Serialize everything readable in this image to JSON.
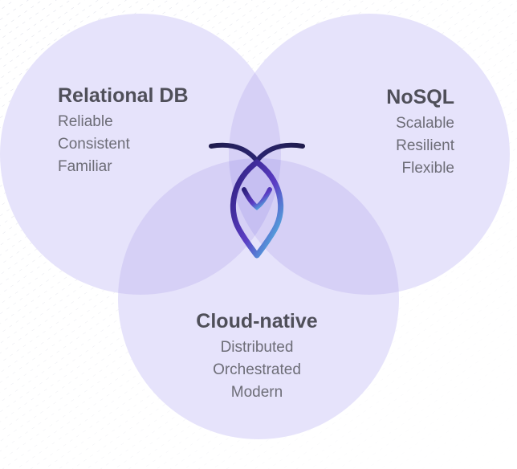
{
  "diagram": {
    "circles": [
      {
        "id": "relational",
        "title": "Relational DB",
        "items": [
          "Reliable",
          "Consistent",
          "Familiar"
        ]
      },
      {
        "id": "nosql",
        "title": "NoSQL",
        "items": [
          "Scalable",
          "Resilient",
          "Flexible"
        ]
      },
      {
        "id": "cloud",
        "title": "Cloud-native",
        "items": [
          "Distributed",
          "Orchestrated",
          "Modern"
        ]
      }
    ],
    "colors": {
      "circle_fill": "#e6e3fb",
      "overlap_fill": "#d2ccf5",
      "center_fill": "#c6bff2",
      "title_text": "#4f4f59",
      "body_text": "#6d6d77",
      "logo_dark": "#1f1b4d",
      "logo_accent": "#5b3cc4",
      "logo_highlight": "#4fd6e8"
    },
    "center_logo": "insect-leaf-logo-icon"
  }
}
